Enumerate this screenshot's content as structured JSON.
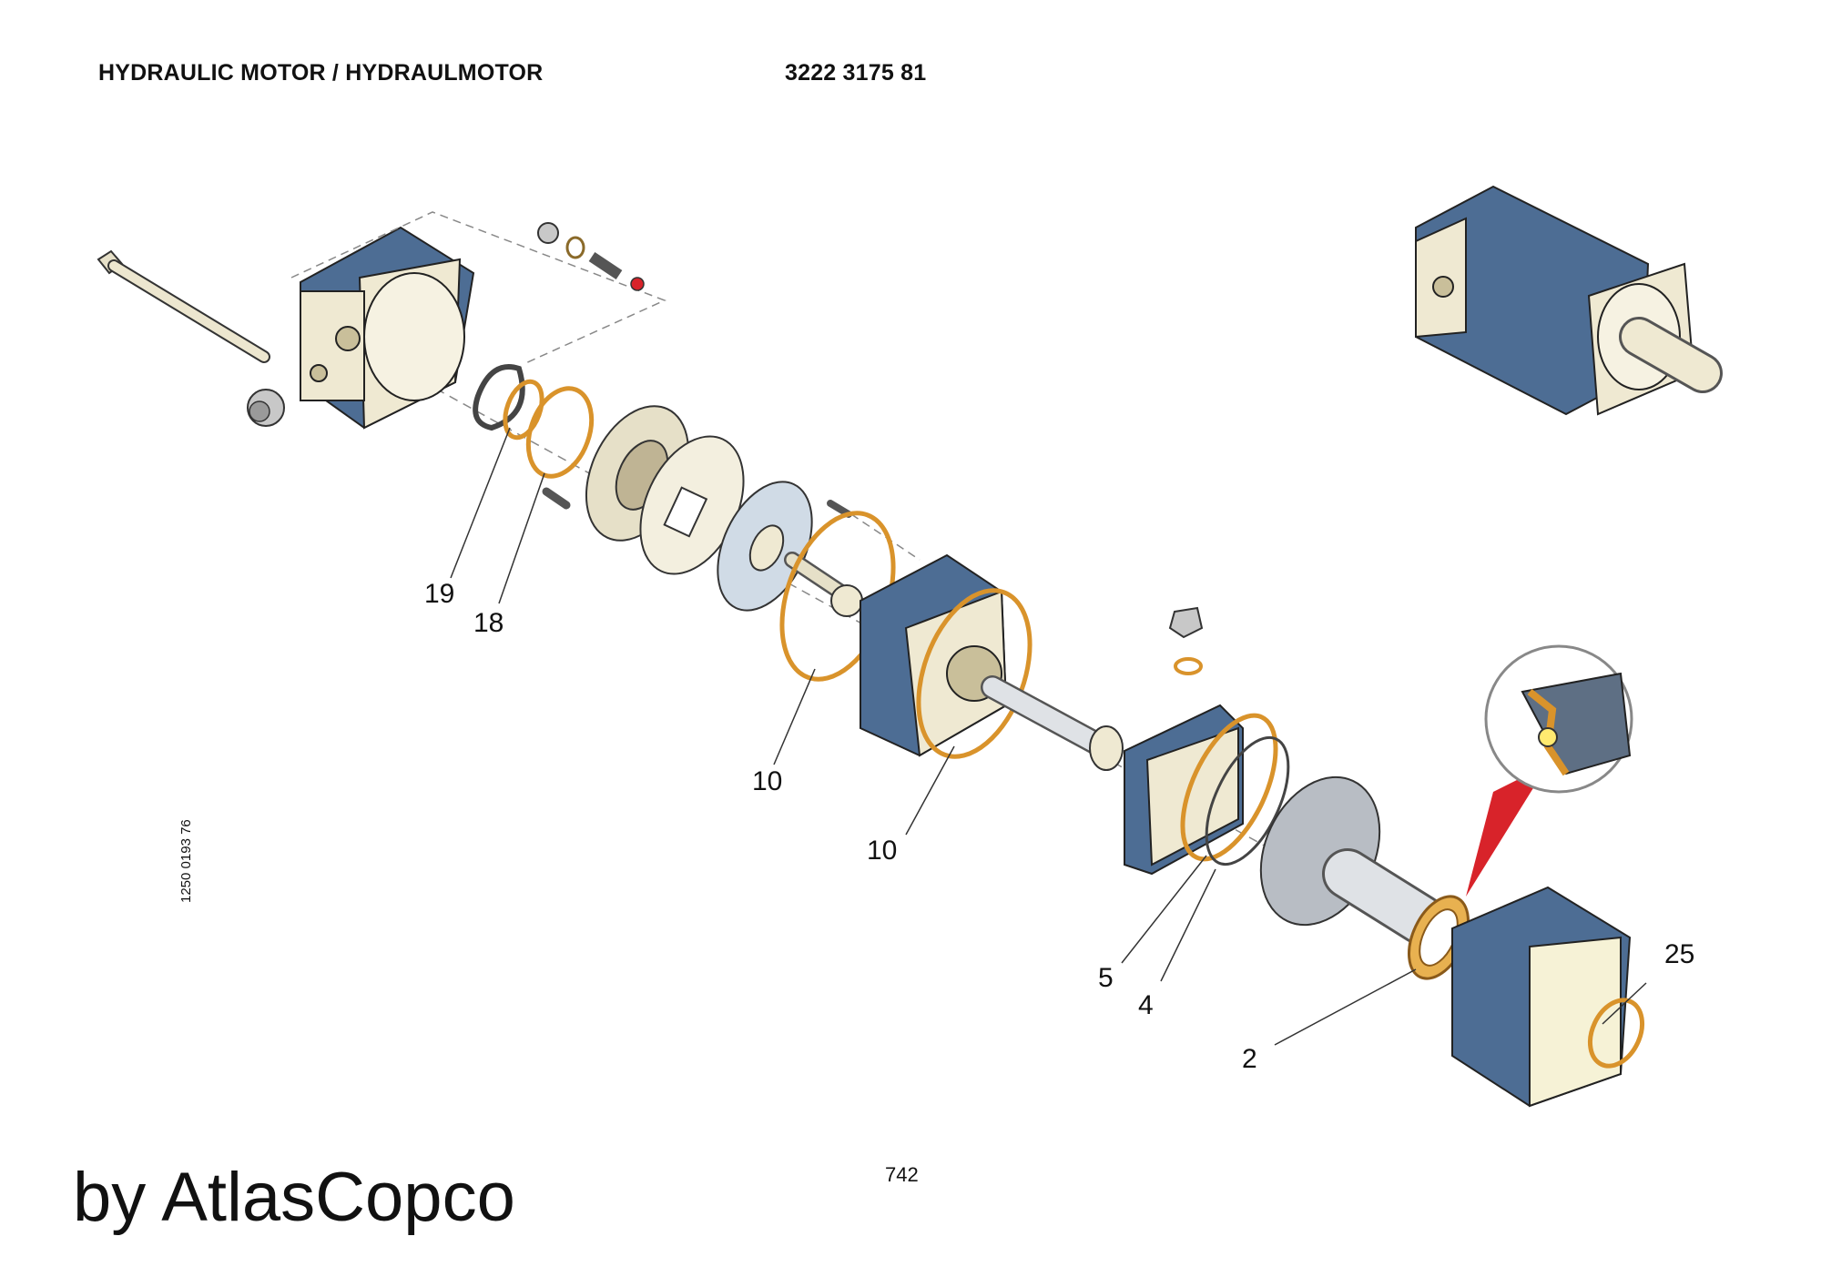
{
  "header": {
    "title": "HYDRAULIC MOTOR / HYDRAULMOTOR",
    "part_number": "3222 3175 81"
  },
  "callouts": {
    "c19": "19",
    "c18": "18",
    "c10a": "10",
    "c10b": "10",
    "c5": "5",
    "c4": "4",
    "c2": "2",
    "c25": "25"
  },
  "footer": {
    "doc_ref": "1250 0193 76",
    "page_number": "742",
    "brand": "by AtlasCopco"
  },
  "colors": {
    "housing_blue": "#4d6d94",
    "seal_orange": "#d9932b",
    "face_cream": "#efe9d2",
    "accent_red": "#d8232a"
  }
}
